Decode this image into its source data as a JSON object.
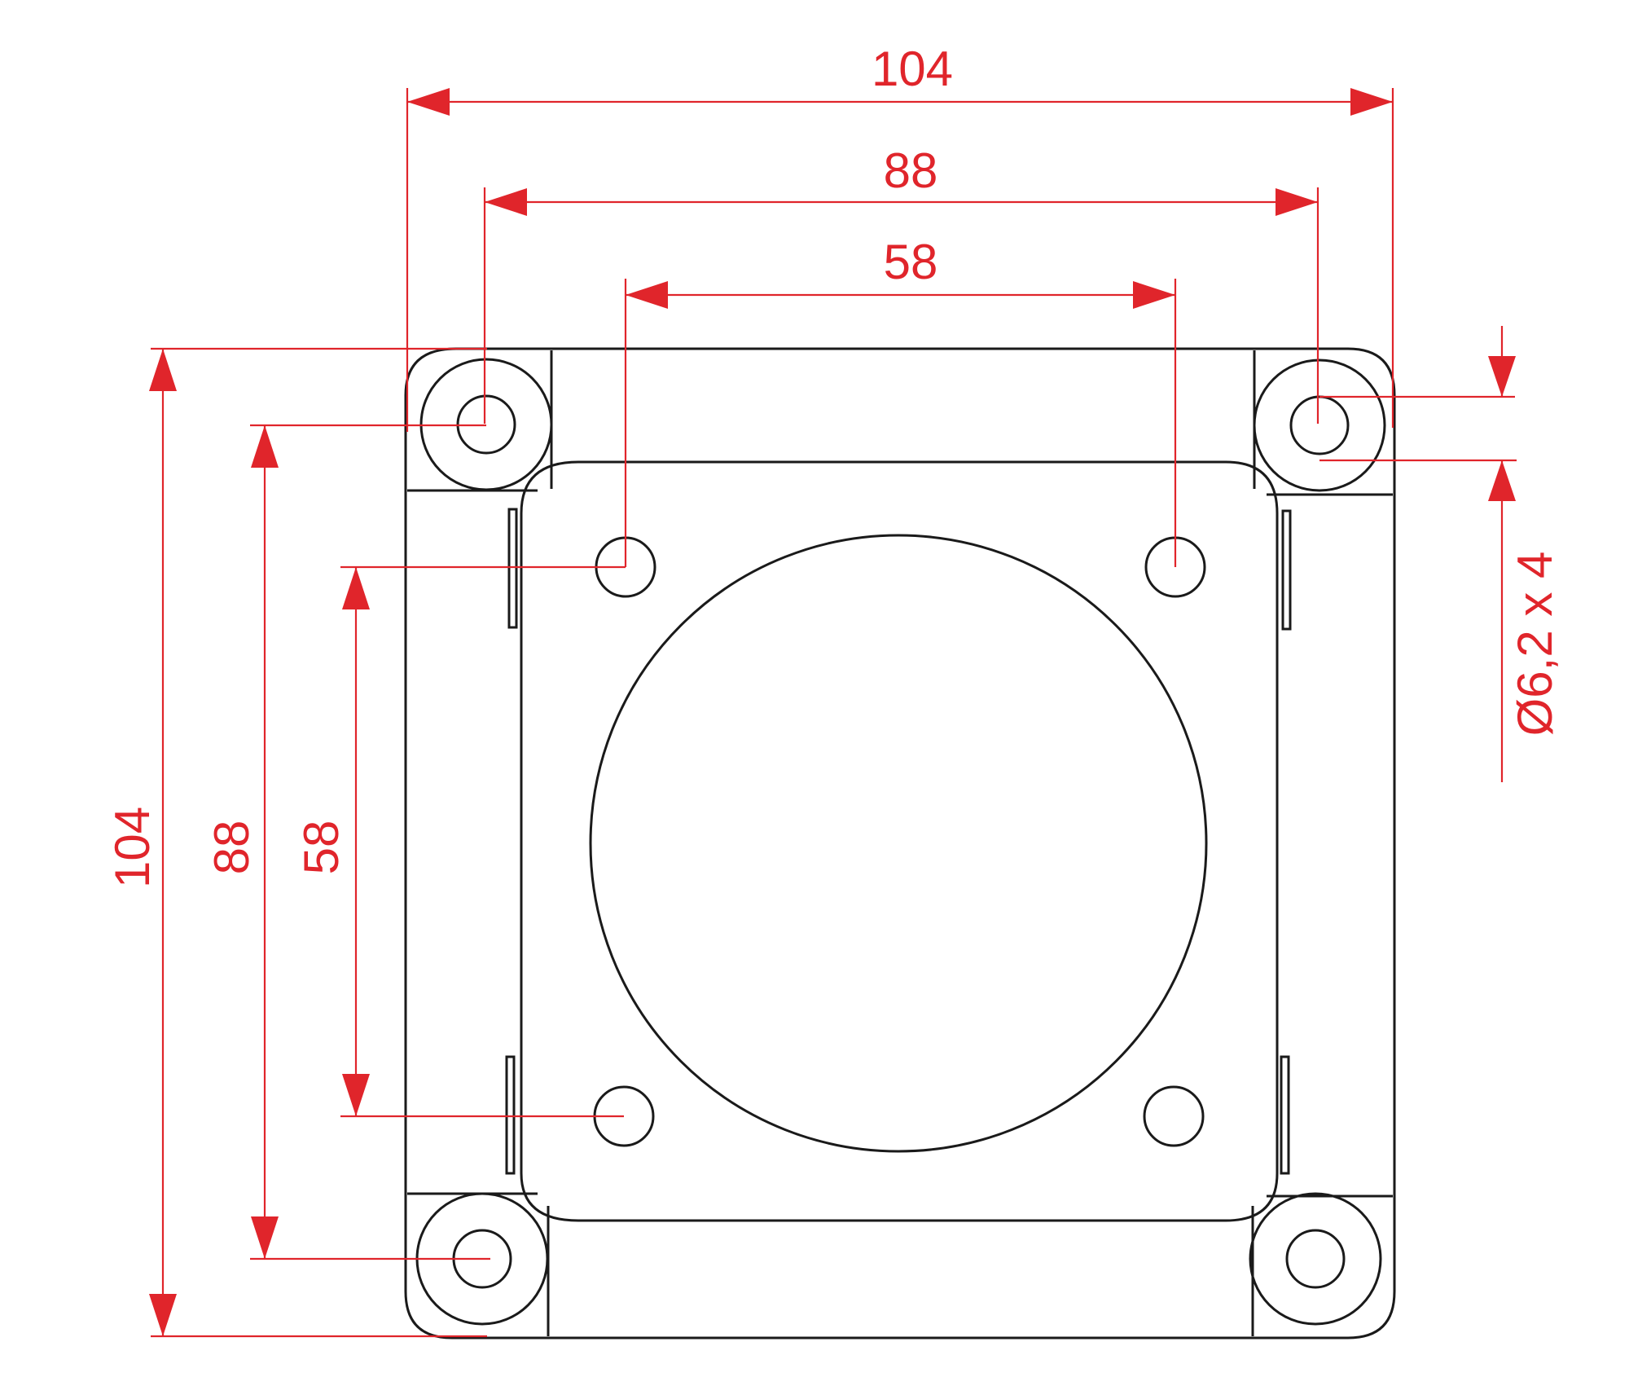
{
  "dimensions": {
    "overall_width": "104",
    "outer_hole_spacing_x": "88",
    "inner_hole_spacing_x": "58",
    "overall_height": "104",
    "outer_hole_spacing_y": "88",
    "inner_hole_spacing_y": "58",
    "hole_callout": "Ø6,2 x 4"
  },
  "colors": {
    "dimension_line": "#e0252b",
    "part_outline": "#1a1a1a"
  }
}
